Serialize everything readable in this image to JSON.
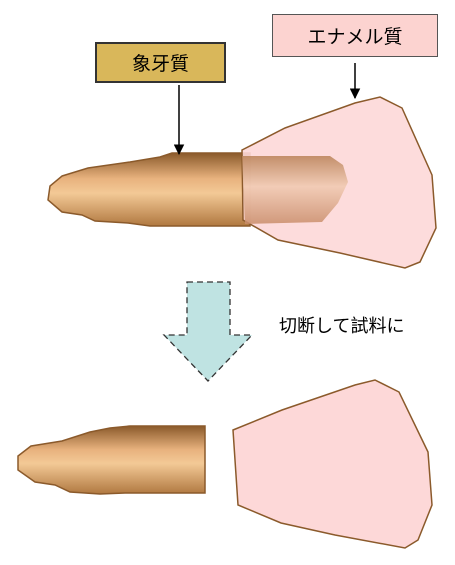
{
  "labels": {
    "dentin": "象牙質",
    "enamel": "エナメル質"
  },
  "caption": "切断して試料に",
  "colors": {
    "dentin_box": "#d9b75a",
    "enamel_box": "#fcd3d0",
    "enamel_fill": "#fdd8d8",
    "tooth_outline": "#8b5a2b",
    "arrow_fill": "#bfe3e2"
  }
}
